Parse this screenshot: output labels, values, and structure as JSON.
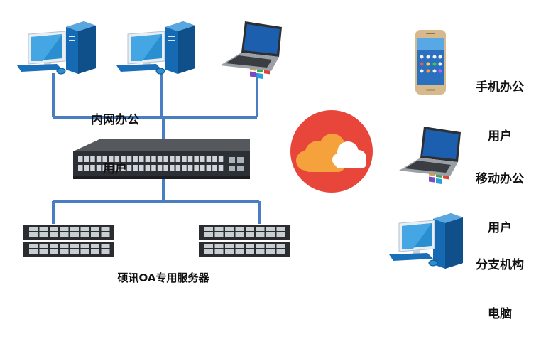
{
  "labels": {
    "intranet_line1": "内网办公",
    "intranet_line2": "用户",
    "mobile_phone_line1": "手机办公",
    "mobile_phone_line2": "用户",
    "mobile_office_line1": "移动办公",
    "mobile_office_line2": "用户",
    "branch_line1": "分支机构",
    "branch_line2": "电脑",
    "servers": "硕讯OA专用服务器"
  },
  "colors": {
    "connector": "#4a7ec3",
    "cloud_circle": "#e8463a",
    "cloud_orange": "#f5a23c",
    "cloud_white": "#ffffff",
    "monitor_screen": "#2a8fd0",
    "tower": "#1a6fb8"
  }
}
